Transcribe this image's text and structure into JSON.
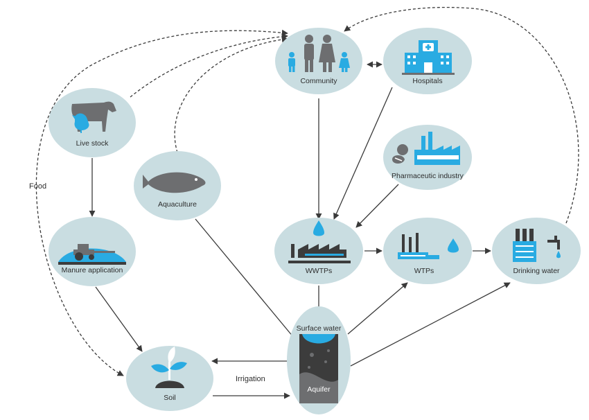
{
  "nodes": {
    "community": "Community",
    "hospitals": "Hospitals",
    "livestock": "Live stock",
    "pharma": "Pharmaceutic industry",
    "aquaculture": "Aquaculture",
    "manure": "Manure application",
    "wwtps": "WWTPs",
    "wtps": "WTPs",
    "drinking": "Drinking water",
    "surface": "Surface water",
    "aquifer": "Aquifer",
    "soil": "Soil"
  },
  "edge_labels": {
    "food": "Food",
    "irrigation": "Irrigation"
  },
  "colors": {
    "node_fill": "#c9dde1",
    "accent_blue": "#29abe2",
    "icon_gray": "#6d6e70"
  }
}
